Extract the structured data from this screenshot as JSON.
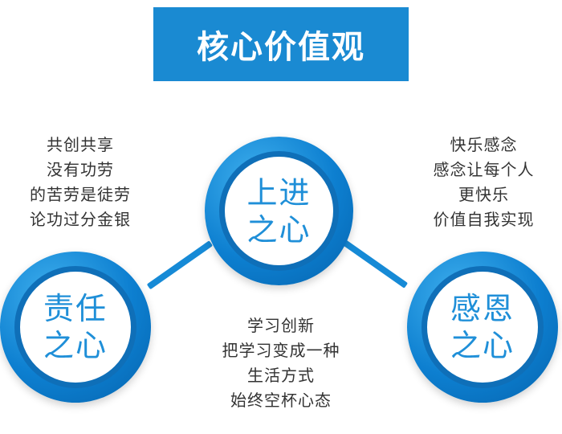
{
  "title": "核心价值观",
  "circles": {
    "top": {
      "line1": "上进",
      "line2": "之心"
    },
    "left": {
      "line1": "责任",
      "line2": "之心"
    },
    "right": {
      "line1": "感恩",
      "line2": "之心"
    }
  },
  "texts": {
    "left": [
      "共创共享",
      "没有功劳",
      "的苦劳是徒劳",
      "论功过分金银"
    ],
    "right": [
      "快乐感念",
      "感念让每个人",
      "更快乐",
      "价值自我实现"
    ],
    "center": [
      "学习创新",
      "把学习变成一种",
      "生活方式",
      "始终空杯心态"
    ]
  }
}
